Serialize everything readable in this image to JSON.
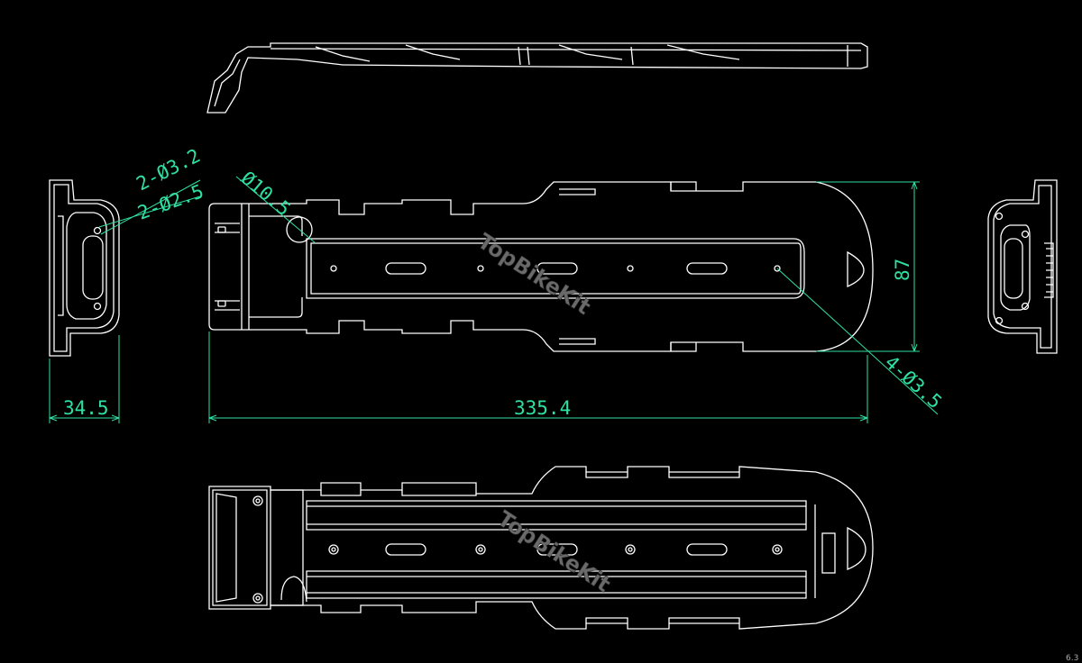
{
  "colors": {
    "background": "#000000",
    "outline": "#ffffff",
    "dimension": "#2fe0a0",
    "watermark": "#6a6a6a"
  },
  "dimensions": {
    "hole_small_a": "2-Ø3.2",
    "hole_small_b": "2-Ø2.5",
    "hole_large": "Ø10.5",
    "hole_mount": "4-Ø3.5",
    "side_width": "34.5",
    "overall_length": "335.4",
    "overall_height": "87"
  },
  "watermark": "TopBikeKit",
  "corner_mark": "6.3"
}
